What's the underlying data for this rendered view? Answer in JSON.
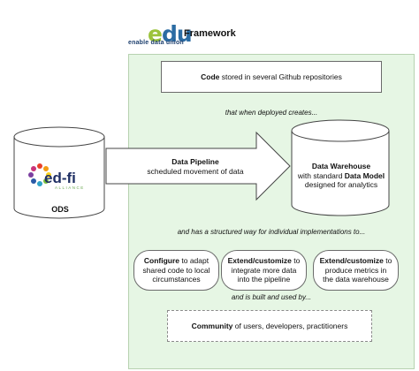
{
  "header": {
    "logo_letters": [
      "e",
      "d",
      "u"
    ],
    "tagline": "enable data union",
    "title": "Framework"
  },
  "code_box": {
    "bold": "Code",
    "rest": " stored in several Github repositories"
  },
  "captions": [
    "that when deployed creates...",
    "and has a structured way for individual implementations to...",
    "and is built and used by..."
  ],
  "ods": {
    "logo_text": "ed-fi",
    "logo_subtext": "ALLIANCE",
    "label": "ODS"
  },
  "pipeline": {
    "title": "Data Pipeline",
    "subtitle": "scheduled movement of data"
  },
  "warehouse": {
    "title": "Data Warehouse",
    "line2_prefix": "with standard ",
    "line2_bold": "Data Model",
    "line3": "designed for analytics"
  },
  "actions": [
    {
      "bold": "Configure",
      "rest": " to adapt shared code to local circumstances"
    },
    {
      "bold": "Extend/customize",
      "rest": " to integrate more data into the pipeline"
    },
    {
      "bold": "Extend/customize",
      "rest": " to produce metrics in the data warehouse"
    }
  ],
  "community": {
    "bold": "Community",
    "rest": " of users, developers, practitioners"
  },
  "colors": {
    "panel_fill": "#e6f6e4",
    "edu_green": "#9bc33b",
    "edu_blue": "#2b6ca3",
    "edfi_navy": "#1f2f63"
  }
}
